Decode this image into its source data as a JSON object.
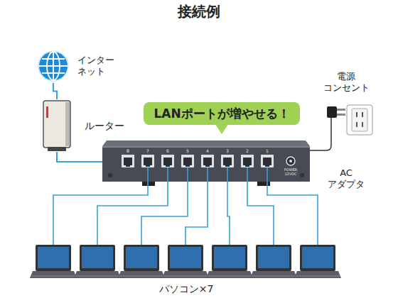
{
  "diagram": {
    "title": "接続例",
    "nodes": [
      {
        "text": [
          "インター ネット"
        ]
      },
      {
        "text": [
          "ルーター"
        ]
      },
      {
        "text": [
          "LANポートが増やせる！"
        ]
      },
      {
        "text": [
          "電源 コンセント"
        ]
      }
    ],
    "edges": [
      {
        "from": 0,
        "to": 1,
        "arrow": "none"
      }
    ],
    "labels": [
      "パソコン×7",
      "AC アダプタ",
      "8",
      "7",
      "6",
      "5",
      "4",
      "3",
      "2",
      "1",
      "POWER 12VDC"
    ]
  }
}
